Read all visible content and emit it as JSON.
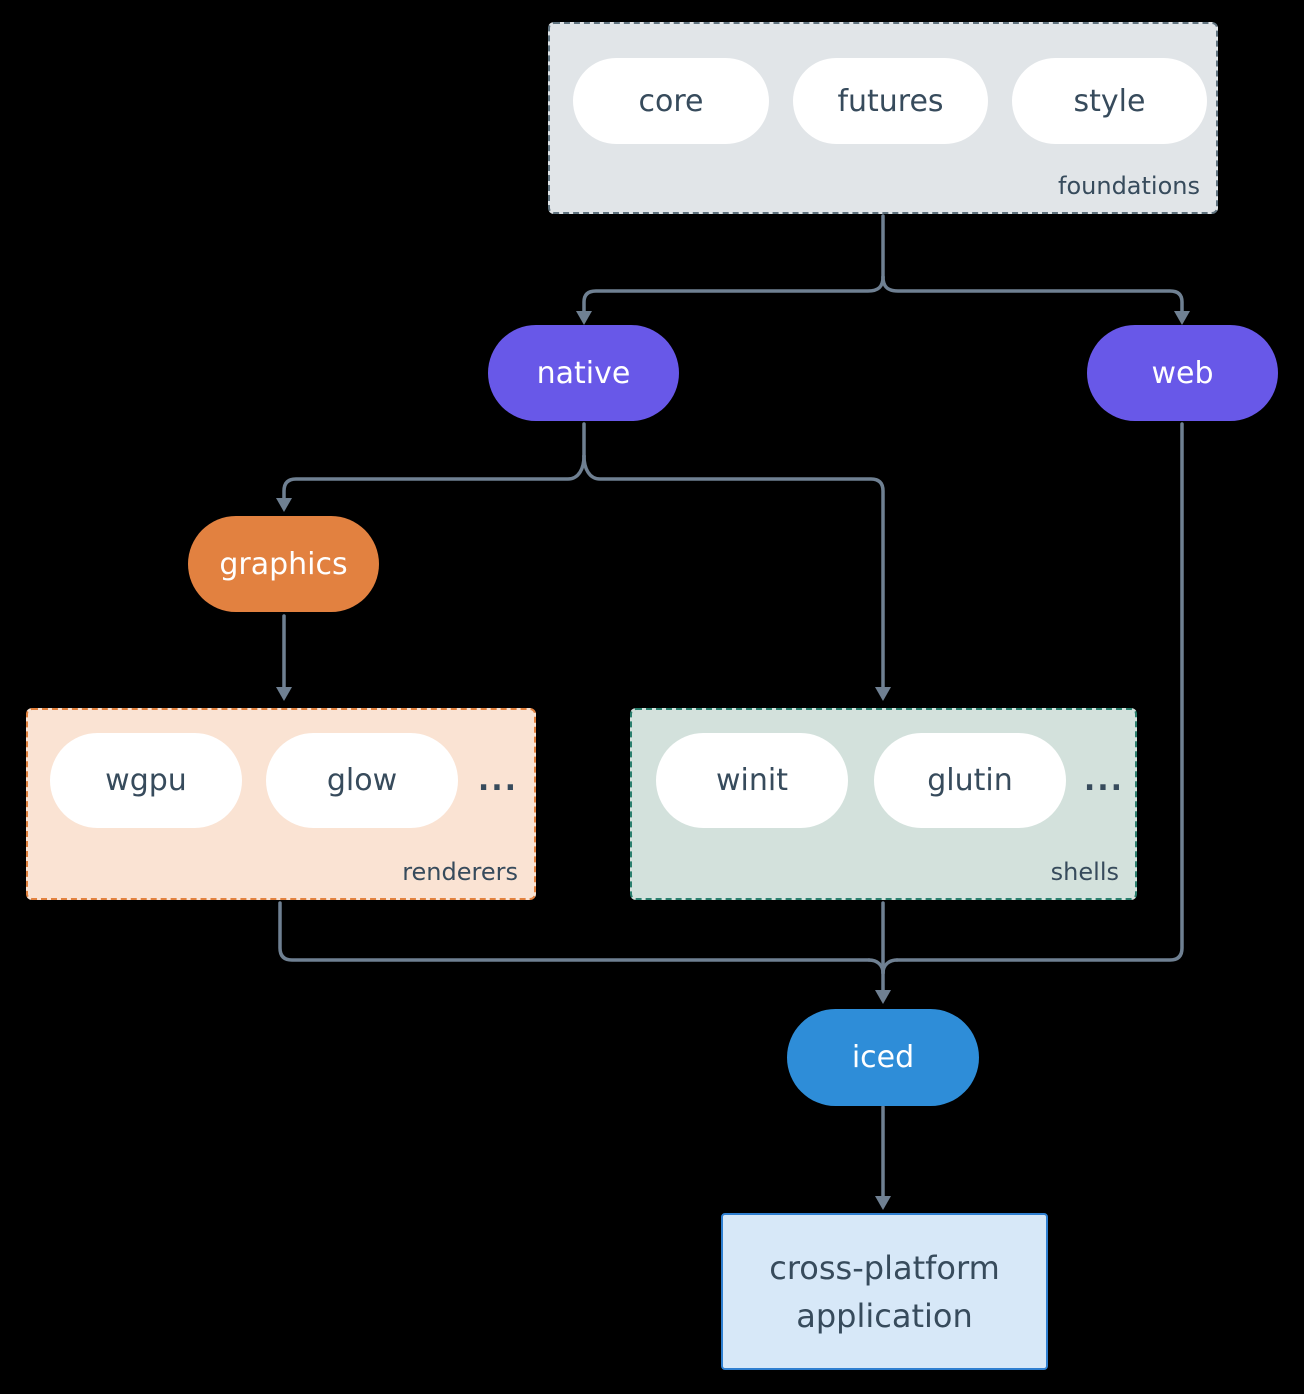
{
  "title": "iced ecosystem architecture diagram",
  "colors": {
    "background": "#000000",
    "arrow": "#6f8092",
    "text_dark": "#374b5c",
    "pill_white": "#ffffff",
    "purple_node": "#6858e8",
    "orange_node": "#e28140",
    "blue_node": "#2e8dd8",
    "foundations_bg": "#e1e5e8",
    "foundations_border": "#60737f",
    "renderers_bg": "#fae3d3",
    "renderers_border": "#e2823f",
    "shells_bg": "#d3e1dc",
    "shells_border": "#2a7f6e",
    "app_bg": "#d7e8f8",
    "app_border": "#2f7fd0"
  },
  "foundations": {
    "label": "foundations",
    "pills": [
      "core",
      "futures",
      "style"
    ]
  },
  "native": {
    "label": "native"
  },
  "web": {
    "label": "web"
  },
  "graphics": {
    "label": "graphics"
  },
  "renderers": {
    "label": "renderers",
    "pills": [
      "wgpu",
      "glow"
    ],
    "ellipsis": "..."
  },
  "shells": {
    "label": "shells",
    "pills": [
      "winit",
      "glutin"
    ],
    "ellipsis": "..."
  },
  "iced": {
    "label": "iced"
  },
  "application": {
    "line1": "cross-platform",
    "line2": "application"
  }
}
